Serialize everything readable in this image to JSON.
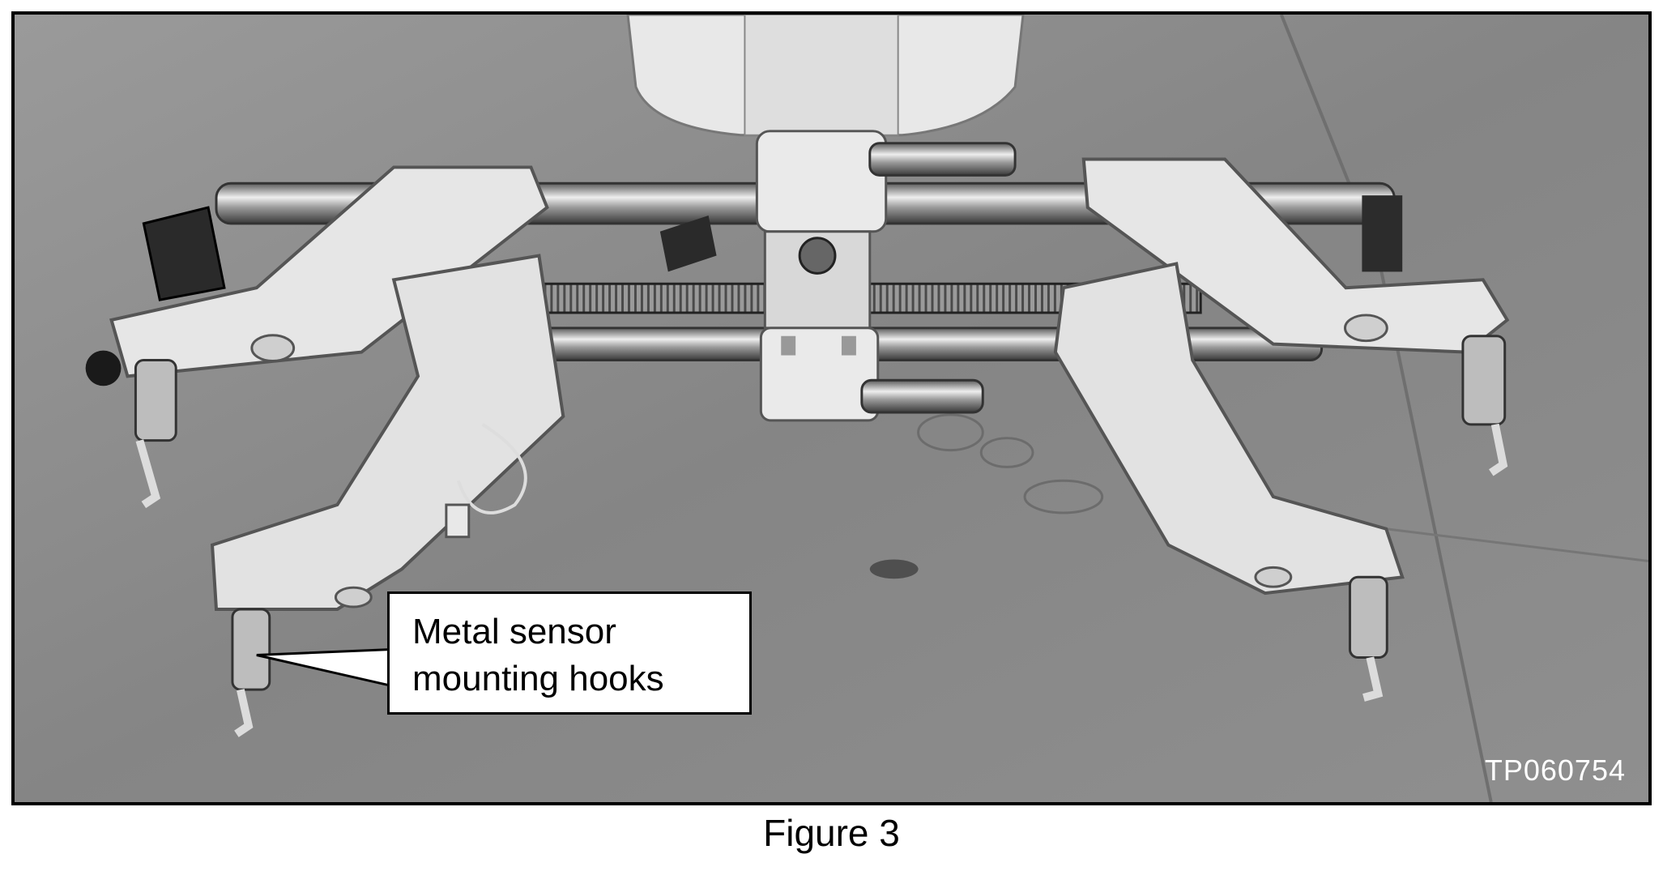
{
  "figure": {
    "caption": "Figure 3",
    "photo_id": "TP060754",
    "callout": {
      "line1": "Metal sensor",
      "line2": "mounting hooks"
    }
  },
  "colors": {
    "background": "#ffffff",
    "floor": "#8b8b8b",
    "fixture_white": "#e6e6e6",
    "metal": "#b8b8b8",
    "border": "#000000"
  }
}
